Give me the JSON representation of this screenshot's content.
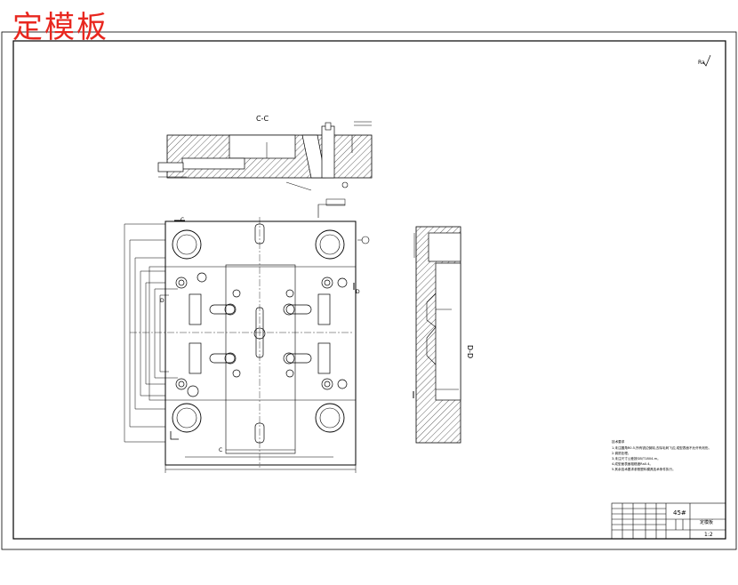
{
  "watermark": "定模板",
  "views": {
    "section_cc": "C-C",
    "section_dd": "D-D",
    "marker_c_top": "C",
    "marker_c_bottom": "C",
    "marker_d_left": "D",
    "marker_d_right": "D"
  },
  "notes": {
    "heading": "技术要求",
    "items": [
      "1.未注圆角R0.5,所有锐边倒钝,去除毛刺飞边,成型表面不允许有划伤。",
      "2.调质处理。",
      "3.未注尺寸公差按GB/T1804-m。",
      "4.成型面表面粗糙度Ra0.4。",
      "5.其余技术要求参照塑料模具技术条件执行。"
    ]
  },
  "title_block": {
    "material": "45#",
    "part_name": "定模板",
    "scale": "1:2"
  },
  "colors": {
    "line": "#000000",
    "watermark": "#e8271f",
    "background": "#ffffff"
  }
}
